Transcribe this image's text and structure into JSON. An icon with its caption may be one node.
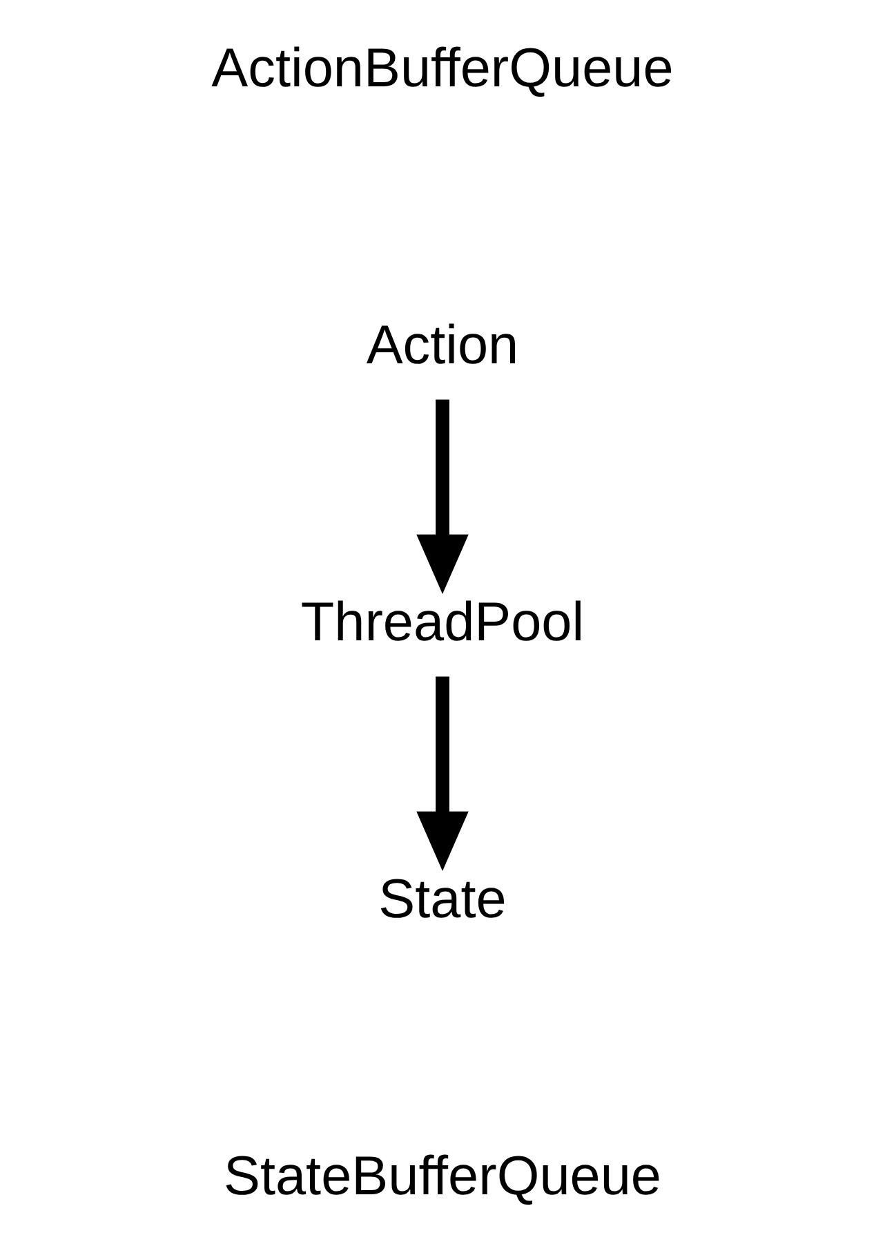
{
  "diagram": {
    "nodes": [
      {
        "text": [
          "Action"
        ]
      },
      {
        "text": [
          "ThreadPool"
        ]
      },
      {
        "text": [
          "State"
        ]
      }
    ],
    "edges": [
      {
        "from": 0,
        "to": 1,
        "arrow": "to"
      },
      {
        "from": 1,
        "to": 2,
        "arrow": "to"
      }
    ],
    "labels": [
      "ActionBufferQueue",
      "StateBufferQueue"
    ]
  }
}
